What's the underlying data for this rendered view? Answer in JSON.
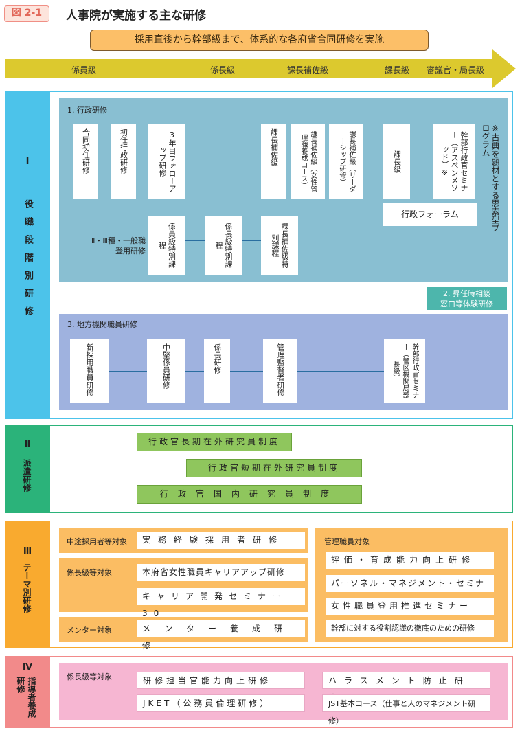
{
  "figure": {
    "label": "図 2-1",
    "title": "人事院が実施する主な研修"
  },
  "banner": "採用直後から幹部級まで、体系的な各府省合同研修を実施",
  "grades": [
    "係員級",
    "係長級",
    "課長補佐級",
    "課長級",
    "審議官・局長級"
  ],
  "section1": {
    "roman": "Ⅰ",
    "title": "役職段階別研修",
    "admin": {
      "label": "1. 行政研修",
      "top_boxes": [
        "合同初任研修",
        "初任行政研修",
        "3年目フォローアップ研修",
        "課長補佐級",
        "課長補佐級（女性管理職養成コース）",
        "課長補佐級（リーダーシップ研修）",
        "課長級",
        "幹部行政官セミナー（アスペンメソッド）※"
      ],
      "note": "※古典を題材とする思索型プログラム",
      "forum": "行政フォーラム",
      "row2_label": "Ⅱ・Ⅲ種・一般職\n登用研修",
      "row2_boxes": [
        "係員級特別課程",
        "係長級特別課程",
        "課長補佐級特別課程"
      ]
    },
    "promotion": "2. 昇任時相談\n窓口等体験研修",
    "regional": {
      "label": "3. 地方機関職員研修",
      "boxes": [
        "新採用職員研修",
        "中堅係員研修",
        "係長研修",
        "管理監督者研修",
        "幹部行政官セミナー（管区機関局部長級）"
      ]
    }
  },
  "section2": {
    "roman": "Ⅱ",
    "title": "派遣研修",
    "bars": [
      "行政官長期在外研究員制度",
      "行政官短期在外研究員制度",
      "行政官国内研究員制度"
    ]
  },
  "section3": {
    "roman": "Ⅲ",
    "title": "テーマ別研修",
    "left": [
      {
        "label": "中途採用者等対象",
        "items": [
          "実務経験採用者研修"
        ]
      },
      {
        "label": "係長級等対象",
        "items": [
          "本府省女性職員キャリアアップ研修",
          "キャリア開発セミナー30"
        ]
      },
      {
        "label": "メンター対象",
        "items": [
          "メンター養成研修"
        ]
      }
    ],
    "right": {
      "label": "管理職員対象",
      "items": [
        "評価・育成能力向上研修",
        "パーソネル・マネジメント・セミナー",
        "女性職員登用推進セミナー",
        "幹部に対する役割認識の徹底のための研修"
      ]
    }
  },
  "section4": {
    "roman": "Ⅳ",
    "title": "指導者養成研修",
    "label": "係長級等対象",
    "items": [
      "研修担当官能力向上研修",
      "ハラスメント防止研修",
      "JKET（公務員倫理研修）",
      "JST基本コース（仕事と人のマネジメント研修）"
    ]
  }
}
